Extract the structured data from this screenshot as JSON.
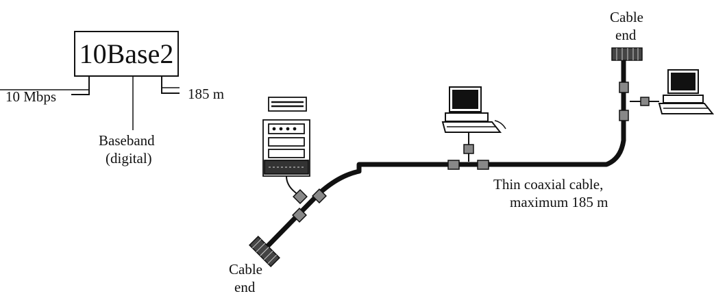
{
  "legend": {
    "name": "10Base2",
    "rate": "10 Mbps",
    "length": "185 m",
    "signaling_line1": "Baseband",
    "signaling_line2": "(digital)"
  },
  "labels": {
    "cable_end_top_line1": "Cable",
    "cable_end_top_line2": "end",
    "cable_end_bottom_line1": "Cable",
    "cable_end_bottom_line2": "end",
    "cable_desc_line1": "Thin coaxial cable,",
    "cable_desc_line2": "maximum 185 m"
  },
  "colors": {
    "ink": "#111111",
    "device_fill": "#ffffff",
    "terminator": "#444444"
  },
  "icons": [
    "server-icon",
    "computer-icon",
    "computer-icon",
    "terminator-icon",
    "t-connector-icon"
  ]
}
